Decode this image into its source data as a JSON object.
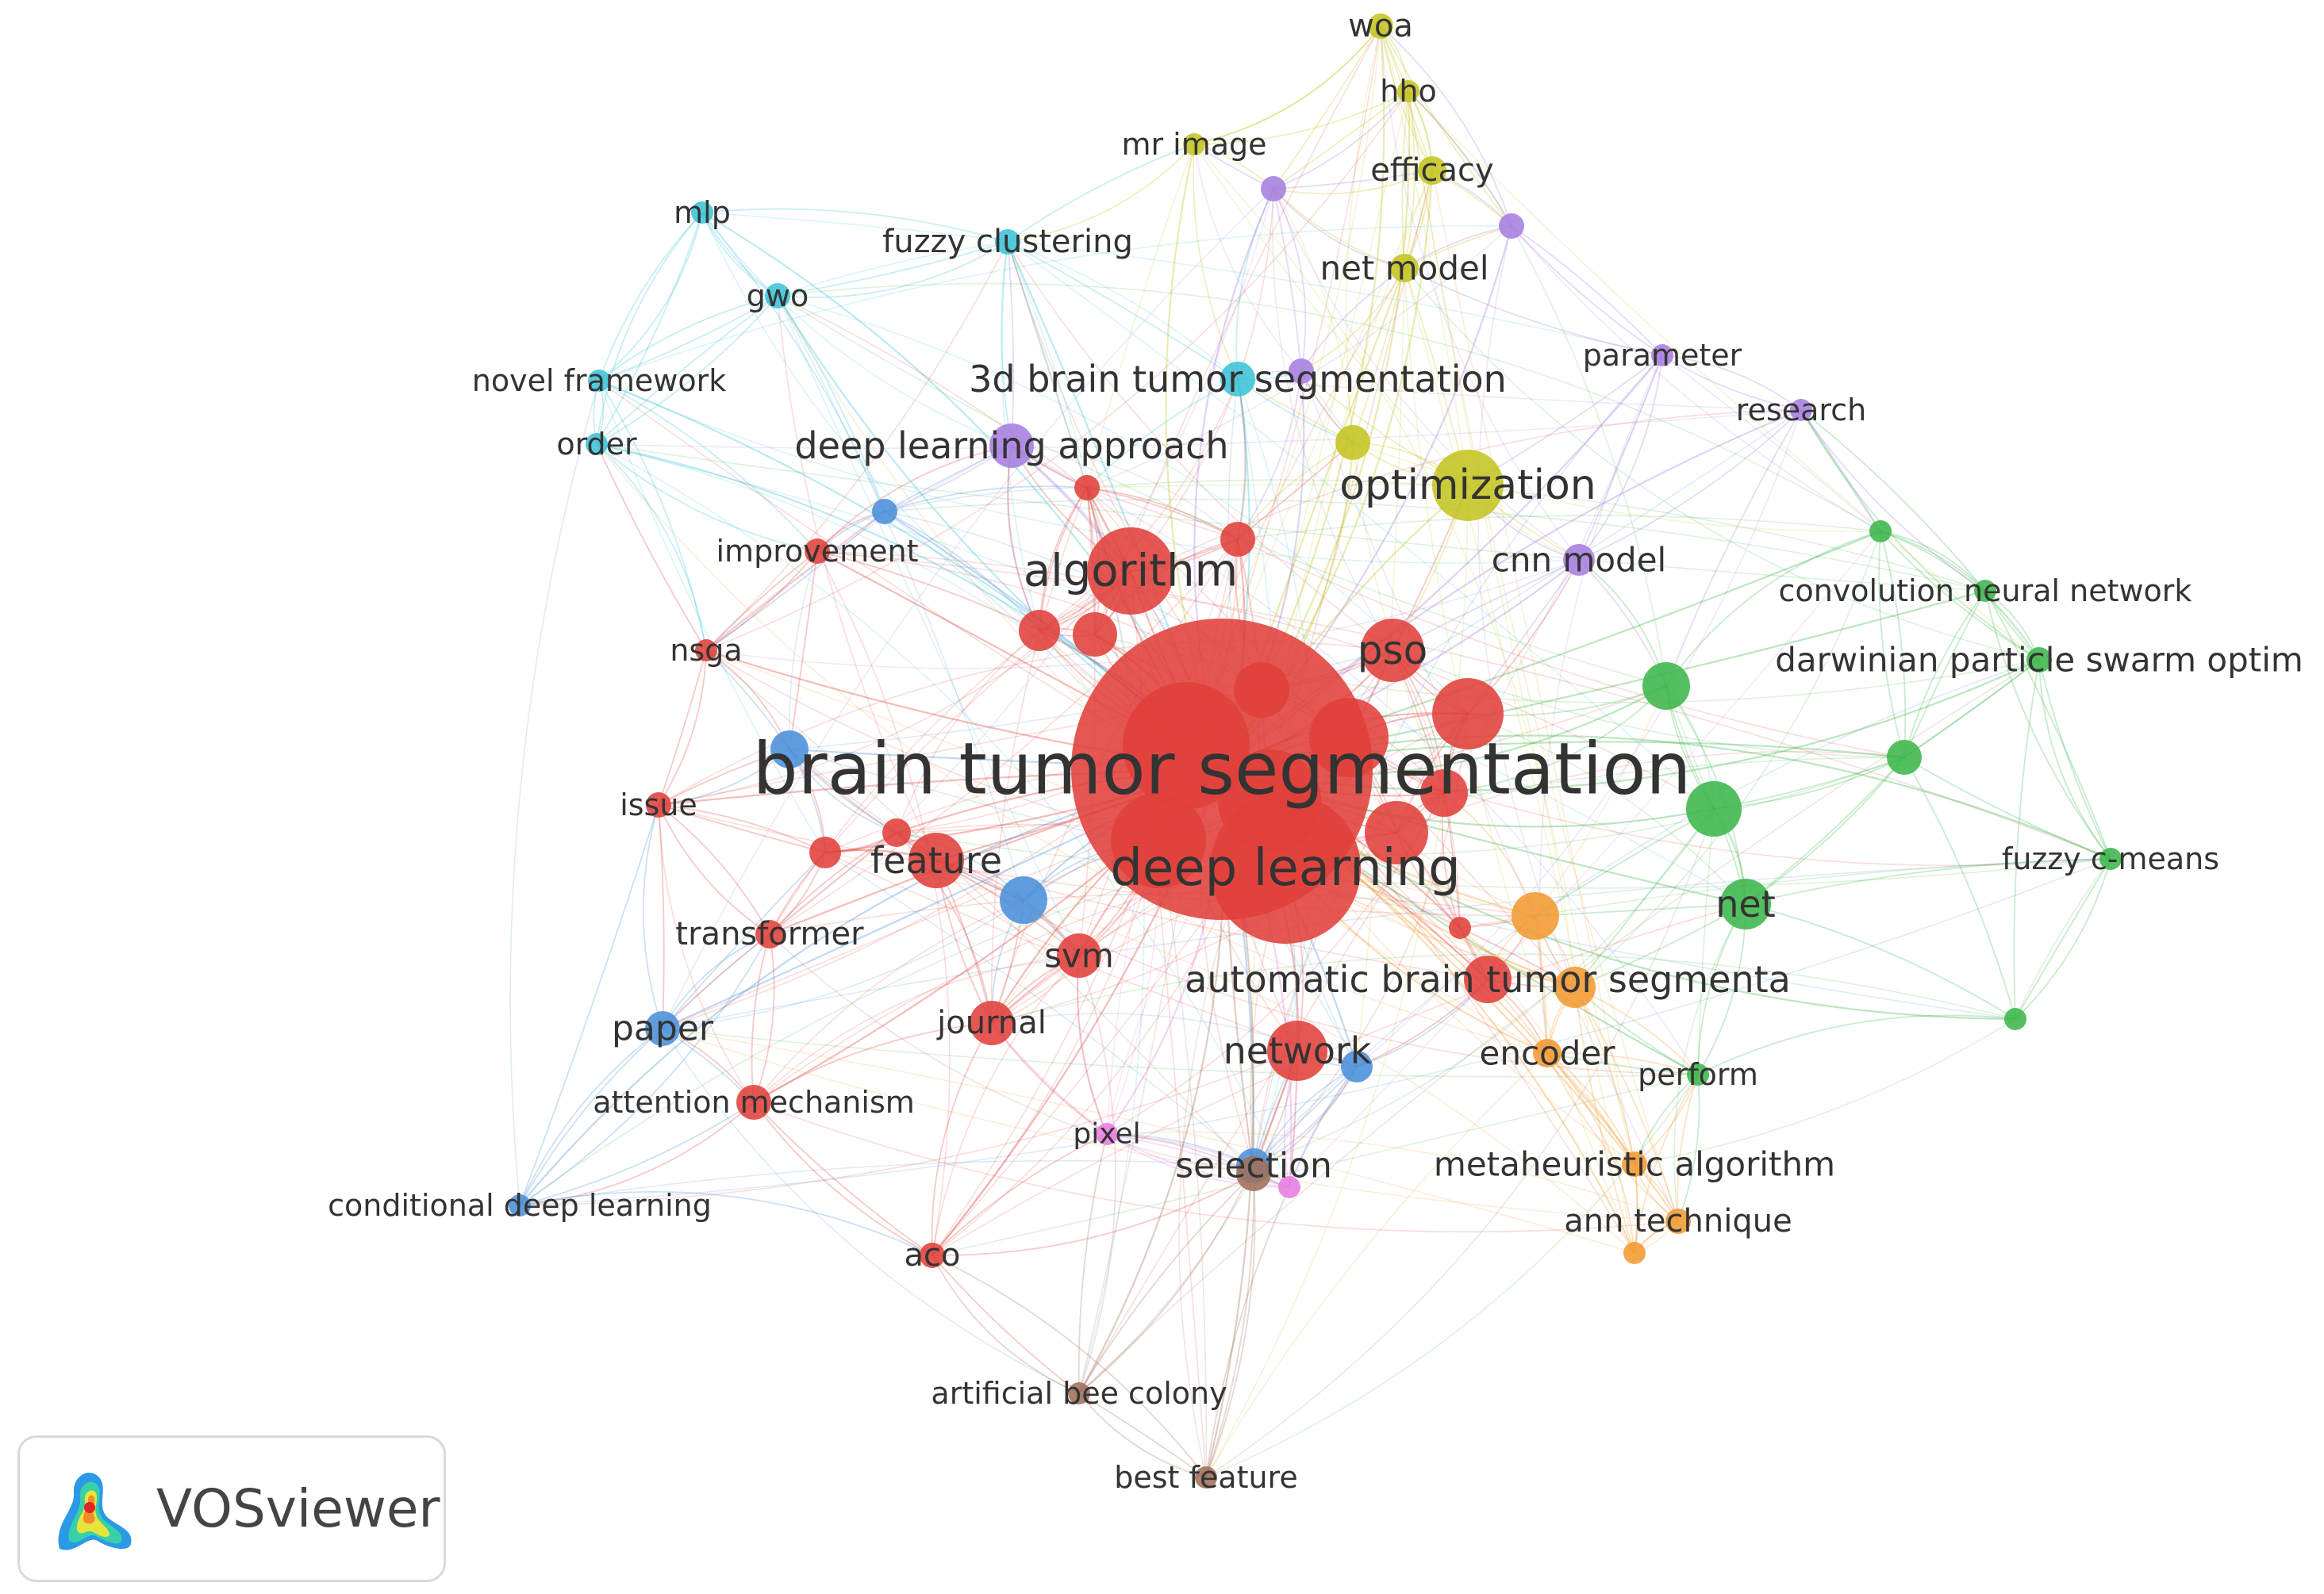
{
  "clusters": {
    "red": "#e0403a",
    "green": "#3cb64a",
    "blue": "#4a90d9",
    "yellow": "#c4c421",
    "purple": "#a67ee0",
    "cyan": "#3ec3d8",
    "orange": "#f39a32",
    "brown": "#a0705a",
    "pink": "#e67de0"
  },
  "nodes": [
    {
      "id": "btseg",
      "label": "brain tumor segmentation",
      "cluster": "red",
      "r": 190,
      "fs": 90
    },
    {
      "id": "dl",
      "label": "deep learning",
      "cluster": "red",
      "r": 95,
      "fs": 64
    },
    {
      "id": "alg",
      "label": "algorithm",
      "cluster": "red",
      "r": 55,
      "fs": 56
    },
    {
      "id": "pso",
      "label": "pso",
      "cluster": "red",
      "r": 40,
      "fs": 50
    },
    {
      "id": "feature",
      "label": "feature",
      "cluster": "red",
      "r": 35,
      "fs": 46
    },
    {
      "id": "abts",
      "label": "automatic brain tumor segmenta",
      "cluster": "red",
      "r": 30,
      "fs": 46
    },
    {
      "id": "network",
      "label": "network",
      "cluster": "red",
      "r": 38,
      "fs": 46
    },
    {
      "id": "svm",
      "label": "svm",
      "cluster": "red",
      "r": 28,
      "fs": 42
    },
    {
      "id": "journal",
      "label": "journal",
      "cluster": "red",
      "r": 28,
      "fs": 40
    },
    {
      "id": "transformer",
      "label": "transformer",
      "cluster": "red",
      "r": 18,
      "fs": 40
    },
    {
      "id": "attn",
      "label": "attention mechanism",
      "cluster": "red",
      "r": 22,
      "fs": 38
    },
    {
      "id": "improvement",
      "label": "improvement",
      "cluster": "red",
      "r": 16,
      "fs": 38
    },
    {
      "id": "nsga",
      "label": "nsga",
      "cluster": "red",
      "r": 14,
      "fs": 38
    },
    {
      "id": "aco",
      "label": "aco",
      "cluster": "red",
      "r": 16,
      "fs": 40
    },
    {
      "id": "issue",
      "label": "issue",
      "cluster": "red",
      "r": 16,
      "fs": 38
    },
    {
      "id": "net",
      "label": "net",
      "cluster": "green",
      "r": 32,
      "fs": 46
    },
    {
      "id": "cnn_nn",
      "label": "convolution neural network",
      "cluster": "green",
      "r": 14,
      "fs": 38
    },
    {
      "id": "dpso",
      "label": "darwinian particle swarm optim",
      "cluster": "green",
      "r": 16,
      "fs": 42
    },
    {
      "id": "fcm",
      "label": "fuzzy c-means",
      "cluster": "green",
      "r": 14,
      "fs": 38
    },
    {
      "id": "perform",
      "label": "perform",
      "cluster": "green",
      "r": 14,
      "fs": 38
    },
    {
      "id": "paper",
      "label": "paper",
      "cluster": "blue",
      "r": 22,
      "fs": 44
    },
    {
      "id": "cdl",
      "label": "conditional deep learning",
      "cluster": "blue",
      "r": 14,
      "fs": 38
    },
    {
      "id": "selection",
      "label": "selection",
      "cluster": "blue",
      "r": 22,
      "fs": 44
    },
    {
      "id": "pixel",
      "label": "pixel",
      "cluster": "pink",
      "r": 14,
      "fs": 36
    },
    {
      "id": "optimization",
      "label": "optimization",
      "cluster": "yellow",
      "r": 45,
      "fs": 52
    },
    {
      "id": "netmodel",
      "label": "net model",
      "cluster": "yellow",
      "r": 18,
      "fs": 42
    },
    {
      "id": "efficacy",
      "label": "efficacy",
      "cluster": "yellow",
      "r": 18,
      "fs": 40
    },
    {
      "id": "hho",
      "label": "hho",
      "cluster": "yellow",
      "r": 14,
      "fs": 38
    },
    {
      "id": "woa",
      "label": "woa",
      "cluster": "yellow",
      "r": 16,
      "fs": 40
    },
    {
      "id": "mrimage",
      "label": "mr image",
      "cluster": "yellow",
      "r": 14,
      "fs": 38
    },
    {
      "id": "dla",
      "label": "deep learning approach",
      "cluster": "purple",
      "r": 28,
      "fs": 46
    },
    {
      "id": "cnnmodel",
      "label": "cnn model",
      "cluster": "purple",
      "r": 20,
      "fs": 42
    },
    {
      "id": "parameter",
      "label": "parameter",
      "cluster": "purple",
      "r": 14,
      "fs": 38
    },
    {
      "id": "research",
      "label": "research",
      "cluster": "purple",
      "r": 14,
      "fs": 38
    },
    {
      "id": "d3bts",
      "label": "3d brain tumor segmentation",
      "cluster": "cyan",
      "r": 22,
      "fs": 46
    },
    {
      "id": "fuzzyclust",
      "label": "fuzzy clustering",
      "cluster": "cyan",
      "r": 16,
      "fs": 40
    },
    {
      "id": "mlp",
      "label": "mlp",
      "cluster": "cyan",
      "r": 14,
      "fs": 38
    },
    {
      "id": "gwo",
      "label": "gwo",
      "cluster": "cyan",
      "r": 16,
      "fs": 38
    },
    {
      "id": "novelfw",
      "label": "novel framework",
      "cluster": "cyan",
      "r": 14,
      "fs": 38
    },
    {
      "id": "order",
      "label": "order",
      "cluster": "cyan",
      "r": 14,
      "fs": 38
    },
    {
      "id": "encoder",
      "label": "encoder",
      "cluster": "orange",
      "r": 18,
      "fs": 42
    },
    {
      "id": "metaheur",
      "label": "metaheuristic algorithm",
      "cluster": "orange",
      "r": 16,
      "fs": 42
    },
    {
      "id": "ann",
      "label": "ann technique",
      "cluster": "orange",
      "r": 16,
      "fs": 40
    },
    {
      "id": "abc",
      "label": "artificial bee colony",
      "cluster": "brown",
      "r": 14,
      "fs": 38
    },
    {
      "id": "bestfeat",
      "label": "best feature",
      "cluster": "brown",
      "r": 14,
      "fs": 38
    }
  ],
  "extra_nodes": [
    {
      "cluster": "red",
      "r": 80
    },
    {
      "cluster": "red",
      "r": 65
    },
    {
      "cluster": "red",
      "r": 50
    },
    {
      "cluster": "red",
      "r": 60
    },
    {
      "cluster": "red",
      "r": 45
    },
    {
      "cluster": "red",
      "r": 40
    },
    {
      "cluster": "red",
      "r": 35
    },
    {
      "cluster": "red",
      "r": 30
    },
    {
      "cluster": "red",
      "r": 28
    },
    {
      "cluster": "red",
      "r": 26
    },
    {
      "cluster": "red",
      "r": 22
    },
    {
      "cluster": "red",
      "r": 20
    },
    {
      "cluster": "red",
      "r": 18
    },
    {
      "cluster": "red",
      "r": 16
    },
    {
      "cluster": "red",
      "r": 14
    },
    {
      "cluster": "green",
      "r": 30
    },
    {
      "cluster": "green",
      "r": 35
    },
    {
      "cluster": "green",
      "r": 22
    },
    {
      "cluster": "green",
      "r": 14
    },
    {
      "cluster": "green",
      "r": 14
    },
    {
      "cluster": "blue",
      "r": 30
    },
    {
      "cluster": "blue",
      "r": 24
    },
    {
      "cluster": "blue",
      "r": 20
    },
    {
      "cluster": "blue",
      "r": 16
    },
    {
      "cluster": "yellow",
      "r": 22
    },
    {
      "cluster": "orange",
      "r": 30
    },
    {
      "cluster": "orange",
      "r": 26
    },
    {
      "cluster": "orange",
      "r": 14
    },
    {
      "cluster": "purple",
      "r": 16
    },
    {
      "cluster": "purple",
      "r": 16
    },
    {
      "cluster": "purple",
      "r": 16
    },
    {
      "cluster": "brown",
      "r": 22
    },
    {
      "cluster": "pink",
      "r": 14
    }
  ],
  "logo": {
    "text": "VOSviewer"
  }
}
